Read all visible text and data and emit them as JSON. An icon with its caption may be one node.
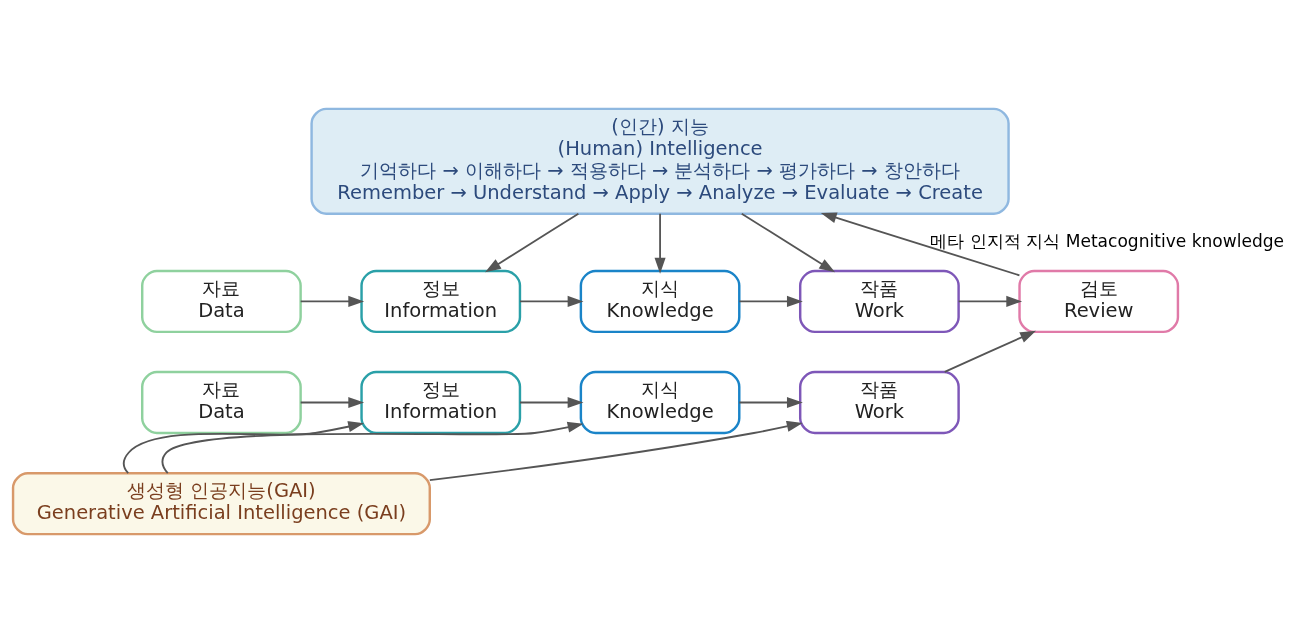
{
  "diagram": {
    "nodes": [
      {
        "text": [
          "(인간) 지능",
          "(Human) Intelligence",
          "기억하다 → 이해하다 → 적용하다 → 분석하다 → 평가하다 → 창안하다",
          "Remember → Understand → Apply → Analyze → Evaluate → Create"
        ]
      },
      {
        "text": [
          "자료",
          "Data"
        ]
      },
      {
        "text": [
          "정보",
          "Information"
        ]
      },
      {
        "text": [
          "지식",
          "Knowledge"
        ]
      },
      {
        "text": [
          "작품",
          "Work"
        ]
      },
      {
        "text": [
          "자료",
          "Data"
        ]
      },
      {
        "text": [
          "정보",
          "Information"
        ]
      },
      {
        "text": [
          "지식",
          "Knowledge"
        ]
      },
      {
        "text": [
          "작품",
          "Work"
        ]
      },
      {
        "text": [
          "검토",
          "Review"
        ]
      },
      {
        "text": [
          "생성형 인공지능(GAI)",
          "Generative Artificial Intelligence (GAI)"
        ]
      }
    ],
    "edges": [
      {
        "from": 0,
        "to": 2,
        "arrow": "to"
      },
      {
        "from": 0,
        "to": 3,
        "arrow": "to"
      },
      {
        "from": 0,
        "to": 4,
        "arrow": "to"
      },
      {
        "from": 1,
        "to": 2,
        "arrow": "to"
      },
      {
        "from": 2,
        "to": 3,
        "arrow": "to"
      },
      {
        "from": 3,
        "to": 4,
        "arrow": "to"
      },
      {
        "from": 5,
        "to": 6,
        "arrow": "to"
      },
      {
        "from": 6,
        "to": 7,
        "arrow": "to"
      },
      {
        "from": 7,
        "to": 8,
        "arrow": "to"
      },
      {
        "from": 4,
        "to": 9,
        "arrow": "to"
      },
      {
        "from": 8,
        "to": 9,
        "arrow": "to"
      },
      {
        "from": 9,
        "to": 0,
        "arrow": "to",
        "label": "메타 인지적 지식 Metacognitive knowledge"
      },
      {
        "from": 10,
        "to": 6,
        "arrow": "to"
      },
      {
        "from": 10,
        "to": 7,
        "arrow": "to"
      },
      {
        "from": 10,
        "to": 8,
        "arrow": "to"
      }
    ]
  }
}
